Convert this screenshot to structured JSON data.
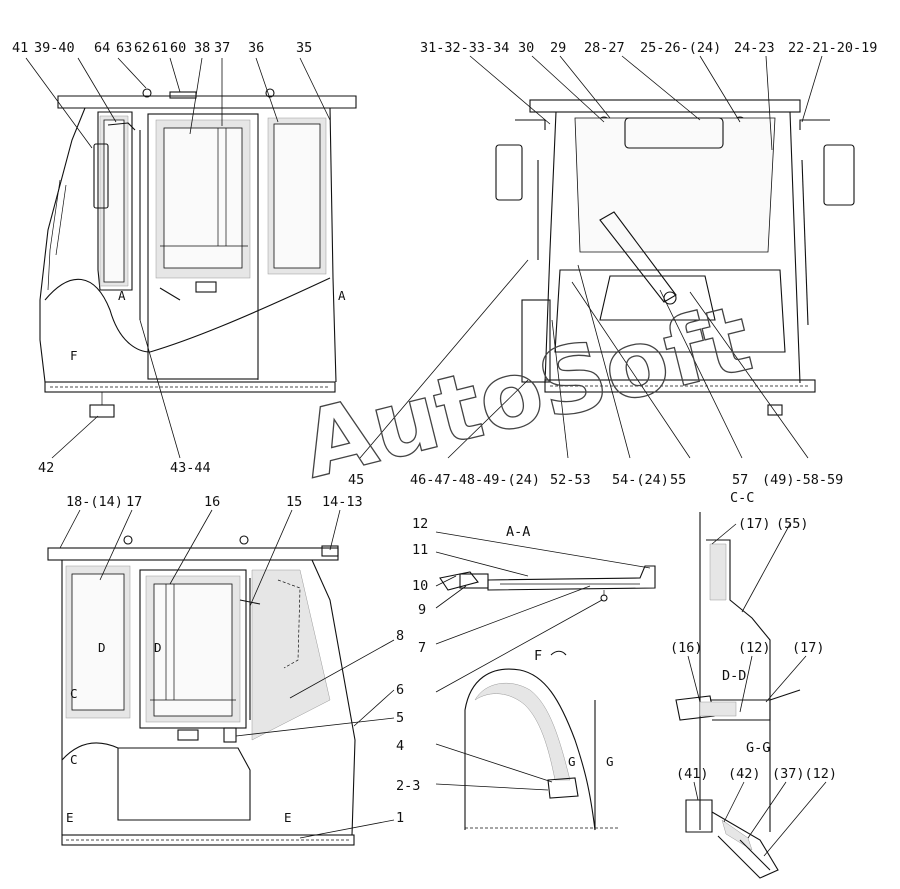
{
  "watermark": "AutoSoft",
  "views": {
    "side_left": {
      "callouts": [
        "41",
        "39-40",
        "64",
        "63",
        "62",
        "61",
        "60",
        "38",
        "37",
        "36",
        "35",
        "42",
        "43-44"
      ],
      "section_marks": [
        "A",
        "A",
        "F"
      ]
    },
    "rear": {
      "callouts": [
        "31-32-33-34",
        "30",
        "29",
        "28-27",
        "25-26-(24)",
        "24-23",
        "22-21-20-19",
        "45",
        "46-47-48-49-(24)",
        "52-53",
        "54-(24)",
        "55",
        "57",
        "(49)-58-59"
      ]
    },
    "side_right": {
      "callouts": [
        "18-(14)",
        "17",
        "16",
        "15",
        "14-13",
        "8",
        "6",
        "5",
        "4",
        "2-3",
        "1"
      ],
      "section_marks": [
        "D",
        "D",
        "C",
        "C",
        "E",
        "E"
      ]
    },
    "section_aa": {
      "title": "A-A",
      "callouts": [
        "12",
        "11",
        "10",
        "9",
        "7"
      ]
    },
    "detail_f": {
      "title": "F"
    },
    "section_cc": {
      "title": "C-C",
      "callouts": [
        "(17)",
        "(55)"
      ]
    },
    "section_dd": {
      "title": "D-D",
      "callouts": [
        "(16)",
        "(12)",
        "(17)"
      ]
    },
    "section_gg": {
      "title": "G-G",
      "callouts": [
        "(41)",
        "(42)",
        "(37)(12)"
      ],
      "marks": [
        "G",
        "G"
      ]
    }
  },
  "icons": [
    "mirror-icon",
    "door-handle-icon",
    "wiper-icon",
    "lamp-icon"
  ]
}
